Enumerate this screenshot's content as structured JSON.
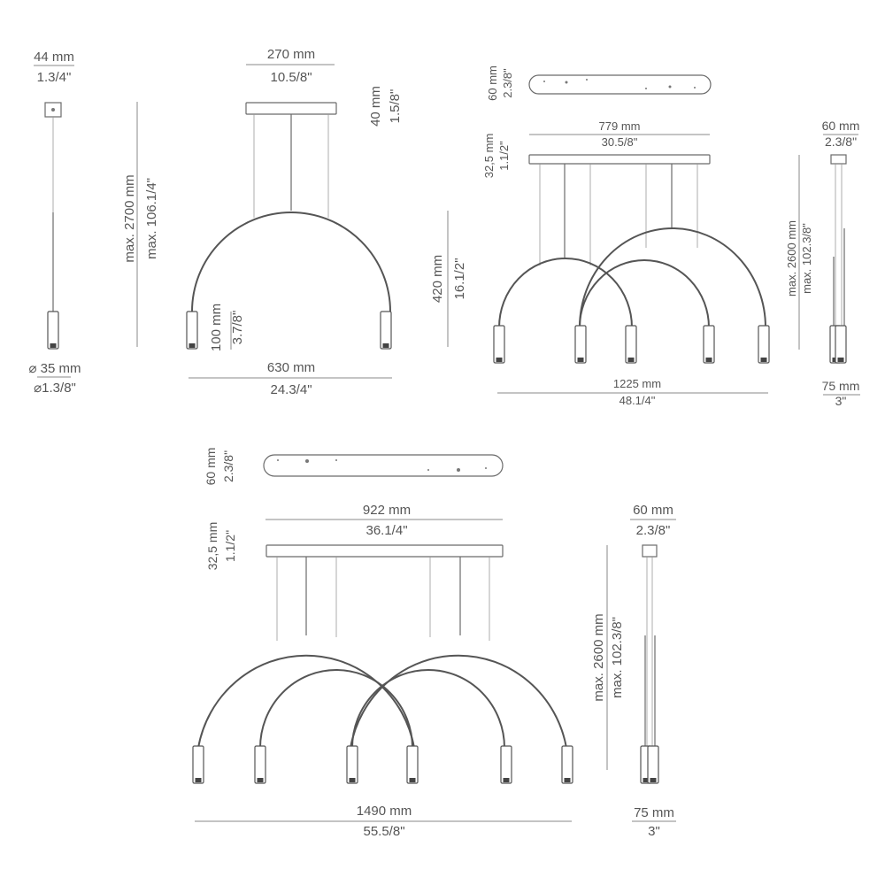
{
  "figure1": {
    "canopy_width": "44 mm",
    "canopy_width_in": "1.3/4\"",
    "height": "max. 2700 mm",
    "height_in": "max. 106.1/4\"",
    "diameter": "⌀ 35 mm",
    "diameter_in": "⌀1.3/8\""
  },
  "figure2": {
    "canopy_width": "270 mm",
    "canopy_width_in": "10.5/8\"",
    "canopy_height": "40 mm",
    "canopy_height_in": "1.5/8\"",
    "arc_height": "420 mm",
    "arc_height_in": "16.1/2\"",
    "head_height": "100 mm",
    "head_height_in": "3.7/8\"",
    "width": "630 mm",
    "width_in": "24.3/4\""
  },
  "figure3": {
    "plate_depth": "60 mm",
    "plate_depth_in": "2.3/8\"",
    "canopy_width": "779 mm",
    "canopy_width_in": "30.5/8\"",
    "canopy_height": "32,5 mm",
    "canopy_height_in": "1.1/2\"",
    "width": "1225 mm",
    "width_in": "48.1/4\""
  },
  "figure4": {
    "canopy_depth": "60 mm",
    "canopy_depth_in": "2.3/8\"",
    "height": "max. 2600 mm",
    "height_in": "max. 102.3/8\"",
    "base_depth": "75 mm",
    "base_depth_in": "3\""
  },
  "figure5": {
    "plate_depth": "60 mm",
    "plate_depth_in": "2.3/8\"",
    "canopy_width": "922 mm",
    "canopy_width_in": "36.1/4\"",
    "canopy_height": "32,5 mm",
    "canopy_height_in": "1.1/2\"",
    "width": "1490 mm",
    "width_in": "55.5/8\""
  },
  "figure6": {
    "canopy_depth": "60 mm",
    "canopy_depth_in": "2.3/8\"",
    "height": "max. 2600 mm",
    "height_in": "max. 102.3/8\"",
    "base_depth": "75 mm",
    "base_depth_in": "3\""
  }
}
